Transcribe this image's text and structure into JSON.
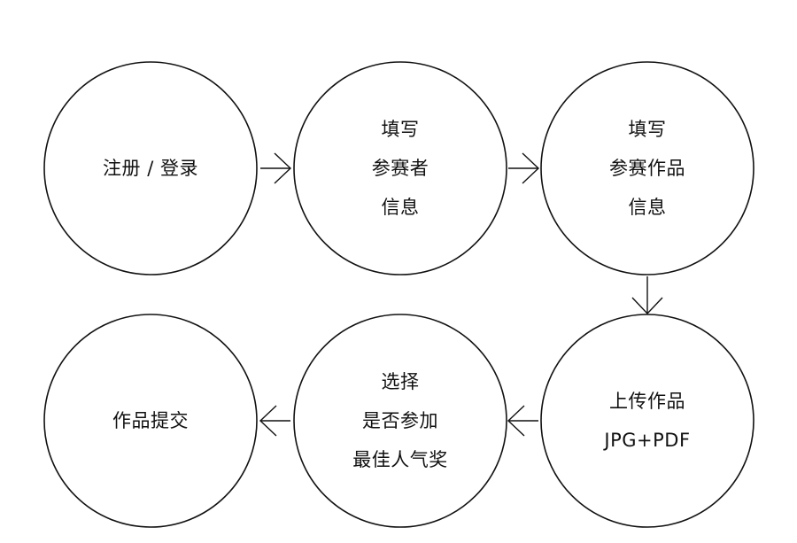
{
  "diagram": {
    "steps": [
      {
        "id": "register",
        "lines": [
          "注册 / 登录"
        ]
      },
      {
        "id": "participant-info",
        "lines": [
          "填写",
          "参赛者",
          "信息"
        ]
      },
      {
        "id": "work-info",
        "lines": [
          "填写",
          "参赛作品",
          "信息"
        ]
      },
      {
        "id": "upload",
        "lines": [
          "上传作品",
          "JPG+PDF"
        ]
      },
      {
        "id": "popularity",
        "lines": [
          "选择",
          "是否参加",
          "最佳人气奖"
        ]
      },
      {
        "id": "submit",
        "lines": [
          "作品提交"
        ]
      }
    ],
    "flow": [
      [
        "register",
        "participant-info"
      ],
      [
        "participant-info",
        "work-info"
      ],
      [
        "work-info",
        "upload"
      ],
      [
        "upload",
        "popularity"
      ],
      [
        "popularity",
        "submit"
      ]
    ]
  }
}
